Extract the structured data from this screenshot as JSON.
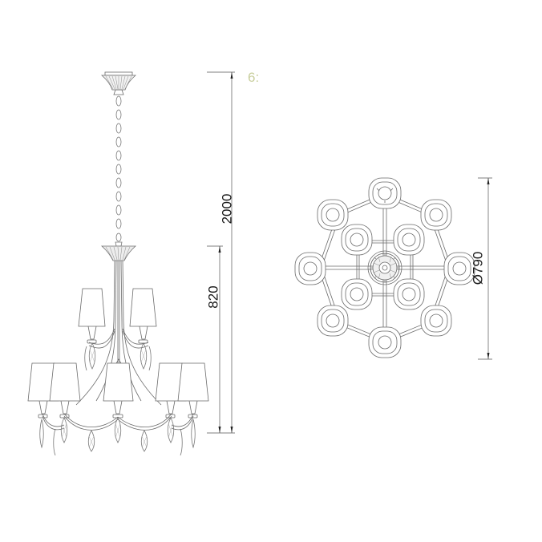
{
  "drawing": {
    "subject": "Chandelier dimension drawing",
    "views": [
      "side-elevation",
      "top-plan"
    ],
    "line_color": "#555555",
    "dim_line_color": "#444444",
    "text_color": "#1a1a1a",
    "mark_color": "#c9cf9e"
  },
  "dimensions": {
    "total_height": "2000",
    "body_height": "820",
    "diameter": "Ø790"
  },
  "marks": {
    "corner_mark": "6:"
  },
  "side_view": {
    "upper_tier_shades": 2,
    "lower_tier_shades": 5,
    "chain_links": 9
  },
  "top_view": {
    "outer_ring_lamps": 8,
    "inner_ring_lamps": 4
  }
}
